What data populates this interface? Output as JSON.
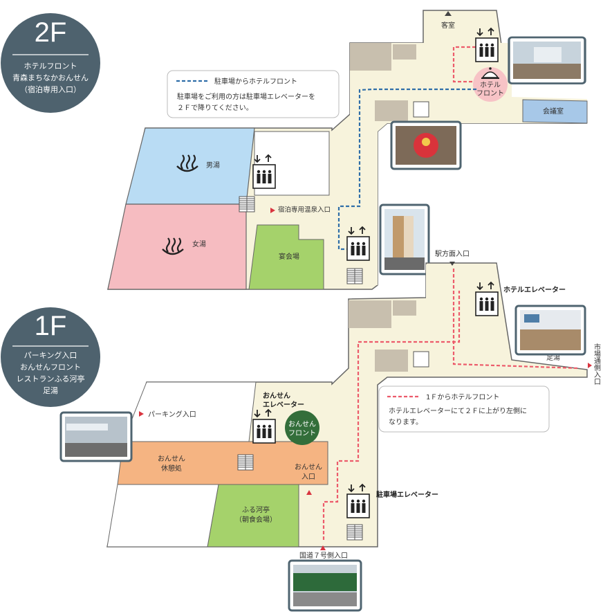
{
  "floor2": {
    "badge": "2F",
    "desc": [
      "ホテルフロント",
      "青森まちなかおんせん",
      "（宿泊専用入口）"
    ],
    "rooms": {
      "guest_room": "客室",
      "meeting_room": "会議室",
      "men_bath": "男湯",
      "women_bath": "女湯",
      "banquet": "宴会場",
      "hotel_front": [
        "ホテル",
        "フロント"
      ]
    },
    "entrances": {
      "guest_only": "宿泊専用温泉入口",
      "station": "駅方面入口"
    },
    "legend": {
      "route_title": "駐車場からホテルフロント",
      "note": [
        "駐車場をご利用の方は駐車場エレベーターを",
        "２Ｆで降りてください。"
      ]
    }
  },
  "floor1": {
    "badge": "1F",
    "desc": [
      "パーキング入口",
      "おんせんフロント",
      "レストランふる河亭",
      "足湯"
    ],
    "rooms": {
      "onsen_lounge": [
        "おんせん",
        "休憩処"
      ],
      "restaurant": [
        "ふる河亭",
        "（朝食会場）"
      ],
      "onsen_front": [
        "おんせん",
        "フロント"
      ],
      "onsen_entrance": [
        "おんせん",
        "入口"
      ],
      "foot_bath": "足湯"
    },
    "entrances": {
      "parking": "パーキング入口",
      "route7": "国道７号側入口",
      "market": "市場通側入口"
    },
    "elevators": {
      "hotel": "ホテルエレベーター",
      "onsen": [
        "おんせん",
        "エレベーター"
      ],
      "parking": "駐車場エレベーター"
    },
    "legend": {
      "route_title": "1Ｆからホテルフロント",
      "note": [
        "ホテルエレベーターにて２Ｆに上がり左側に",
        "なります。"
      ]
    }
  },
  "colors": {
    "floor": "#f7f3dc",
    "wall": "#666666",
    "badge": "#4e626e",
    "men": "#b9dcf4",
    "women": "#f6bcc1",
    "green": "#a5d26b",
    "orange": "#f5b482",
    "blue_room": "#a7c8e8",
    "gray_room": "#c8bfae",
    "route_blue": "#2f6ea8",
    "route_red": "#ec5b6b",
    "onsen_front": "#336e3a",
    "hotel_front_pink": "#f7c3c6"
  },
  "icons": [
    "hot-spring-icon",
    "elevator-icon",
    "stairs-icon",
    "bell-icon",
    "entrance-arrow-icon",
    "photo"
  ]
}
